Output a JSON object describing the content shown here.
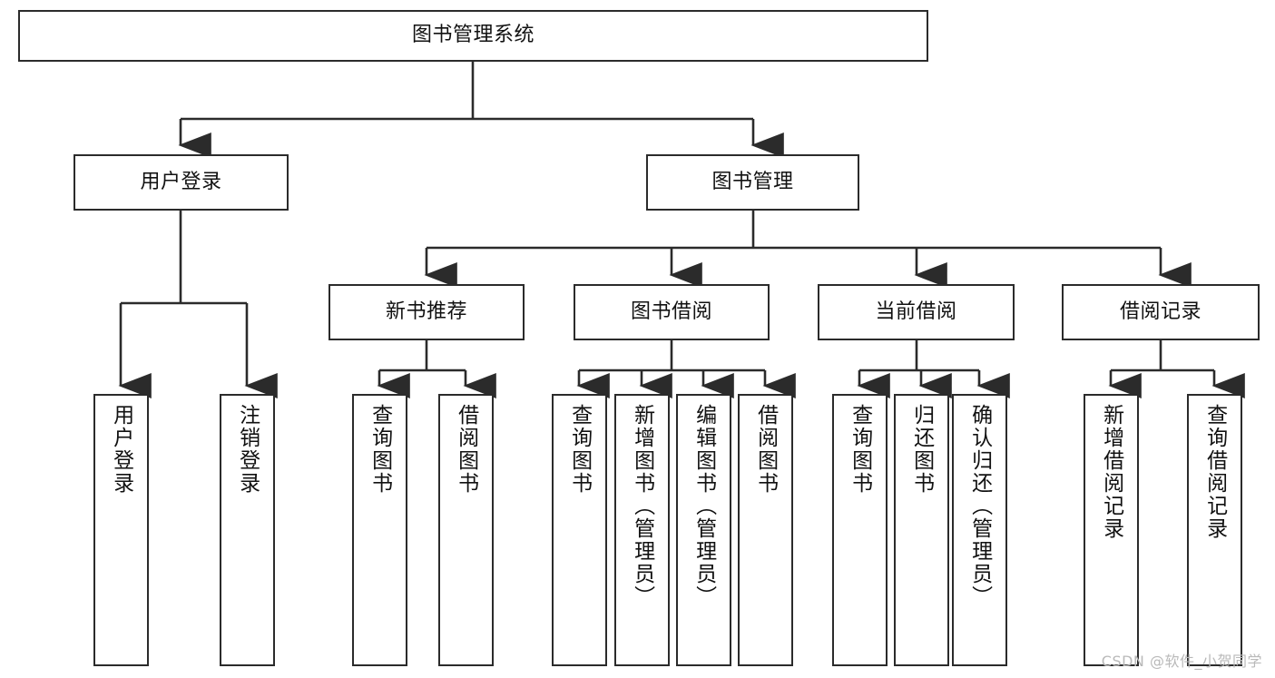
{
  "diagram": {
    "type": "hierarchy-tree",
    "title": "图书管理系统",
    "root": {
      "id": "root",
      "label": "图书管理系统"
    },
    "level2": [
      {
        "id": "user-login",
        "label": "用户登录"
      },
      {
        "id": "book-manage",
        "label": "图书管理"
      }
    ],
    "level3": [
      {
        "id": "new-book-recommend",
        "label": "新书推荐"
      },
      {
        "id": "book-borrow",
        "label": "图书借阅"
      },
      {
        "id": "current-borrow",
        "label": "当前借阅"
      },
      {
        "id": "borrow-record",
        "label": "借阅记录"
      }
    ],
    "leaves": [
      {
        "id": "leaf-user-login",
        "label": "用户登录",
        "parent": "user-login"
      },
      {
        "id": "leaf-logout",
        "label": "注销登录",
        "parent": "user-login"
      },
      {
        "id": "leaf-query-book-1",
        "label": "查询图书",
        "parent": "new-book-recommend"
      },
      {
        "id": "leaf-borrow-book-1",
        "label": "借阅图书",
        "parent": "new-book-recommend"
      },
      {
        "id": "leaf-query-book-2",
        "label": "查询图书",
        "parent": "book-borrow"
      },
      {
        "id": "leaf-add-book",
        "label": "新增图书（管理员）",
        "parent": "book-borrow"
      },
      {
        "id": "leaf-edit-book",
        "label": "编辑图书（管理员）",
        "parent": "book-borrow"
      },
      {
        "id": "leaf-borrow-book-2",
        "label": "借阅图书",
        "parent": "book-borrow"
      },
      {
        "id": "leaf-query-book-3",
        "label": "查询图书",
        "parent": "current-borrow"
      },
      {
        "id": "leaf-return-book",
        "label": "归还图书",
        "parent": "current-borrow"
      },
      {
        "id": "leaf-confirm-return",
        "label": "确认归还（管理员）",
        "parent": "current-borrow"
      },
      {
        "id": "leaf-add-record",
        "label": "新增借阅记录",
        "parent": "borrow-record"
      },
      {
        "id": "leaf-query-record",
        "label": "查询借阅记录",
        "parent": "borrow-record"
      }
    ],
    "colors": {
      "stroke": "#2b2b2b",
      "fill": "#ffffff",
      "text": "#111111",
      "watermark": "#b9b9b9"
    }
  },
  "watermark": {
    "text": "CSDN @软件_小贺同学"
  }
}
